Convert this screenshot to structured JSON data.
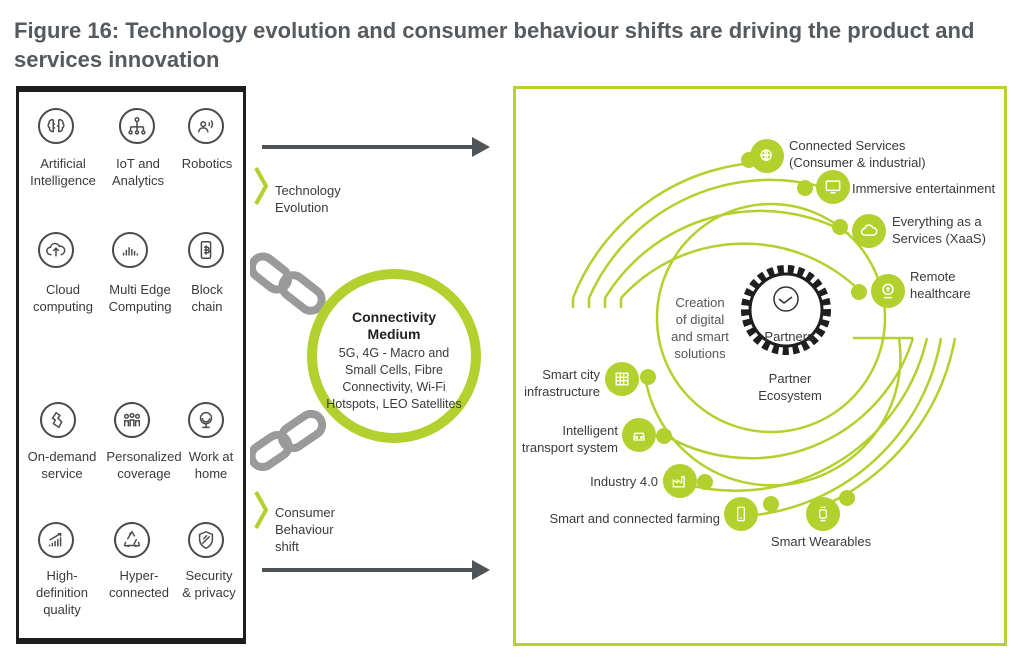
{
  "figure": {
    "title": "Figure 16: Technology evolution and consumer behaviour shifts are driving the product and services innovation"
  },
  "left_panel": {
    "technologies": [
      {
        "label": "Artificial\nIntelligence",
        "icon": "brain-icon"
      },
      {
        "label": "IoT and\nAnalytics",
        "icon": "network-icon"
      },
      {
        "label": "Robotics",
        "icon": "robot-icon"
      },
      {
        "label": "Cloud\ncomputing",
        "icon": "cloud-upload-icon"
      },
      {
        "label": "Multi Edge\nComputing",
        "icon": "edge-bars-icon"
      },
      {
        "label": "Block\nchain",
        "icon": "blockchain-icon"
      }
    ],
    "behaviours": [
      {
        "label": "On-demand\nservice",
        "icon": "hand-pointer-icon"
      },
      {
        "label": "Personalized\ncoverage",
        "icon": "people-icon"
      },
      {
        "label": "Work at\nhome",
        "icon": "globe-icon"
      },
      {
        "label": "High-\ndefinition\nquality",
        "icon": "growth-chart-icon"
      },
      {
        "label": "Hyper-\nconnected",
        "icon": "recycle-icon"
      },
      {
        "label": "Security\n& privacy",
        "icon": "shield-icon"
      }
    ]
  },
  "middle": {
    "technology_label": "Technology\nEvolution",
    "consumer_label": "Consumer\nBehaviour\nshift",
    "connectivity_title": "Connectivity\nMedium",
    "connectivity_body": "5G, 4G - Macro and\nSmall Cells, Fibre\nConnectivity, Wi-Fi\nHotspots, LEO Satellites"
  },
  "right_panel": {
    "creation_label": "Creation\nof digital\nand smart\nsolutions",
    "gear_label": "Partners",
    "ecosystem_label": "Partner\nEcosystem",
    "services": [
      {
        "label": "Connected Services\n(Consumer & industrial)",
        "icon": "globe-network-icon"
      },
      {
        "label": "Immersive entertainment",
        "icon": "monitor-icon"
      },
      {
        "label": "Everything as a\nServices (XaaS)",
        "icon": "cloud-icon"
      },
      {
        "label": "Remote\nhealthcare",
        "icon": "medical-monitor-icon"
      }
    ],
    "solutions": [
      {
        "label": "Smart city\ninfrastructure",
        "icon": "building-grid-icon"
      },
      {
        "label": "Intelligent\ntransport system",
        "icon": "car-icon"
      },
      {
        "label": "Industry 4.0",
        "icon": "factory-icon"
      },
      {
        "label": "Smart and connected farming",
        "icon": "phone-icon"
      },
      {
        "label": "Smart Wearables",
        "icon": "watch-icon"
      }
    ]
  },
  "colors": {
    "accent_green": "#b2d12e",
    "dark": "#1e1e1e",
    "arrow_gray": "#4e5458",
    "chain_gray": "#9a9a9a"
  }
}
